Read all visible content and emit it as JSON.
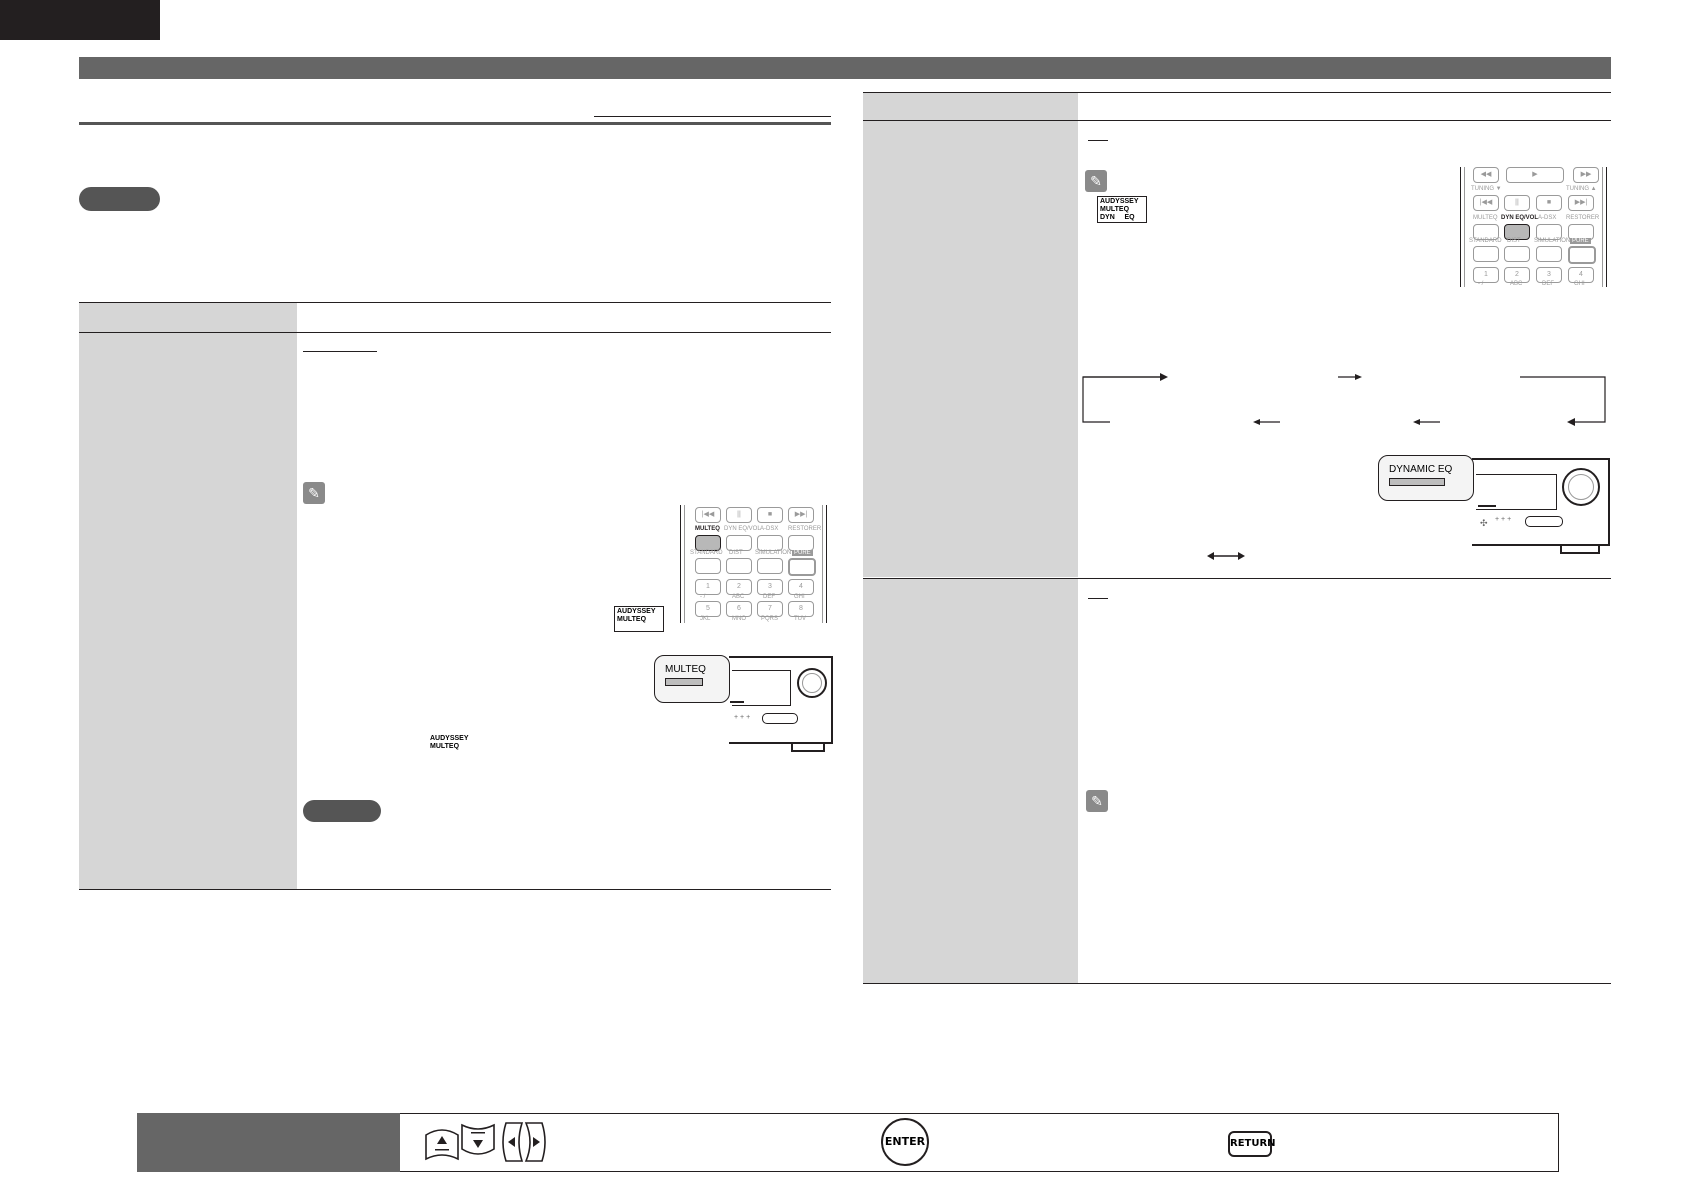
{
  "labels": {
    "audyssey_multeq": "AUDYSSEY\nMULTEQ",
    "audyssey_multeq_dyn_eq": "AUDYSSEY\nMULTEQ\nDYN     EQ",
    "audyssey_small_logo": "AUDYSSEY\nMULTEQ",
    "multeq_callout": "MULTEQ",
    "dynamic_eq_callout": "DYNAMIC EQ"
  },
  "remote_left": {
    "row1": [
      "|◀◀",
      "||",
      "■",
      "▶▶|"
    ],
    "row2": [
      "MULTEQ",
      "DYN EQ/VOL",
      "A-DSX",
      "RESTORER"
    ],
    "row3": [
      "STANDARD",
      "DIST",
      "SIMULATION",
      "PURE"
    ],
    "row4": [
      "1",
      "2",
      "3",
      "4"
    ],
    "row4_sub": [
      "-  /",
      "ABC",
      "DEF",
      "GHI"
    ],
    "row5": [
      "5",
      "6",
      "7",
      "8"
    ],
    "row5_sub": [
      "JKL",
      "MNO",
      "PQRS",
      "TUV"
    ]
  },
  "remote_right": {
    "row0": [
      "◀◀",
      "▶",
      "▶▶"
    ],
    "tuning": [
      "TUNING ▼",
      "TUNING ▲"
    ],
    "row1": [
      "|◀◀",
      "||",
      "■",
      "▶▶|"
    ],
    "row2": [
      "MULTEQ",
      "DYN EQ/VOL",
      "A-DSX",
      "RESTORER"
    ],
    "row3": [
      "STANDARD",
      "DIST",
      "SIMULATION",
      "PURE"
    ],
    "row4": [
      "1",
      "2",
      "3",
      "4"
    ],
    "row4_sub": [
      "-  /",
      "ABC",
      "DEF",
      "GHI"
    ]
  },
  "nav": {
    "enter_label": "ENTER",
    "return_label": "RETURN"
  },
  "icons": {
    "pencil": "pencil-icon",
    "arrow_up": "arrow-up-button-icon",
    "arrow_down": "arrow-down-button-icon",
    "arrow_left": "arrow-left-button-icon",
    "arrow_right": "arrow-right-button-icon",
    "enter": "enter-button-icon",
    "return": "return-button-icon"
  }
}
